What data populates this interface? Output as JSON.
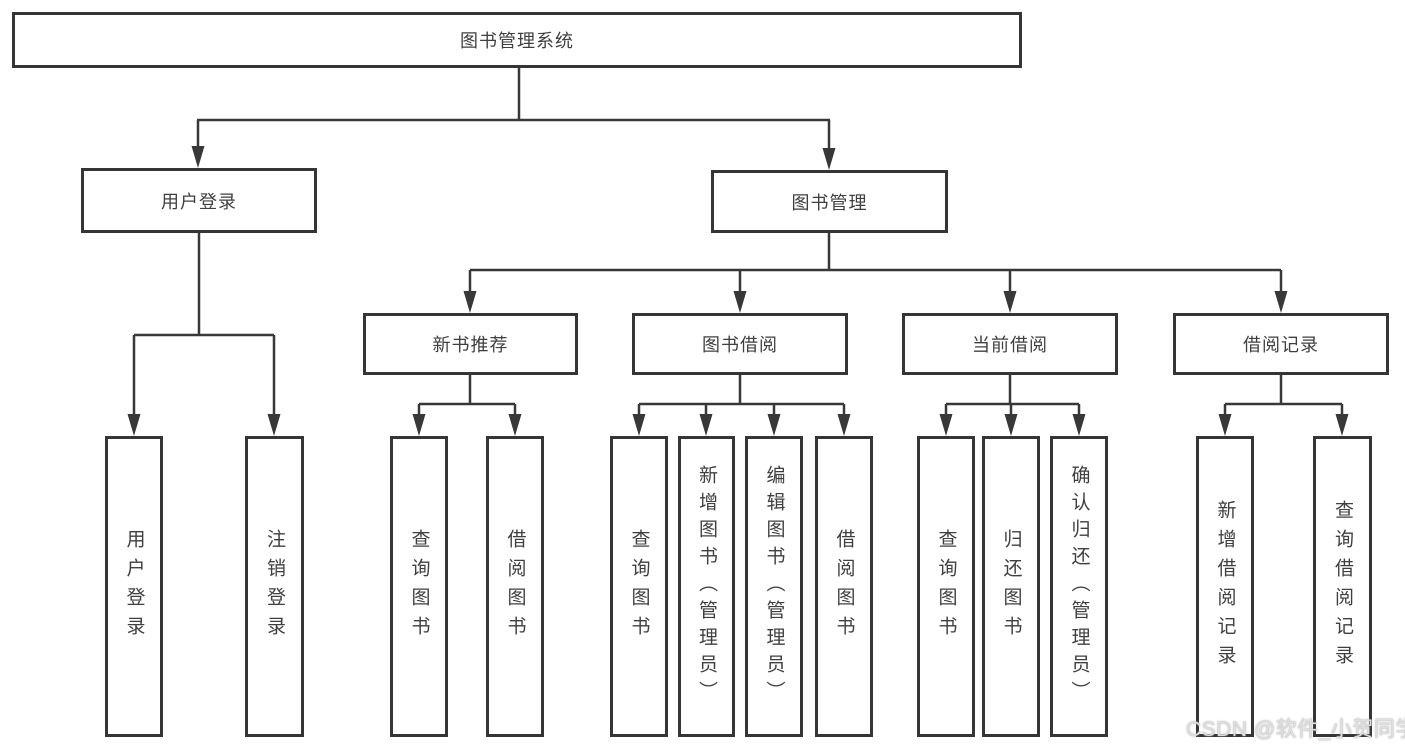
{
  "nodes": {
    "root": "图书管理系统",
    "user_login": "用户登录",
    "book_mgmt": "图书管理",
    "new_book": "新书推荐",
    "borrow": "图书借阅",
    "current": "当前借阅",
    "records": "借阅记录",
    "leaf_user_login": "用户登录",
    "leaf_logout": "注销登录",
    "leaf_query_book_1": "查询图书",
    "leaf_borrow_book_1": "借阅图书",
    "leaf_query_book_2": "查询图书",
    "leaf_add_book": "新增图书（管理员）",
    "leaf_edit_book": "编辑图书（管理员）",
    "leaf_borrow_book_2": "借阅图书",
    "leaf_query_book_3": "查询图书",
    "leaf_return_book": "归还图书",
    "leaf_confirm_return": "确认归还（管理员）",
    "leaf_add_record": "新增借阅记录",
    "leaf_query_record": "查询借阅记录"
  },
  "colors": {
    "line": "#383838",
    "border": "#353535",
    "text": "#3f3f3f"
  },
  "watermark": "CSDN @软件_小贺同学"
}
